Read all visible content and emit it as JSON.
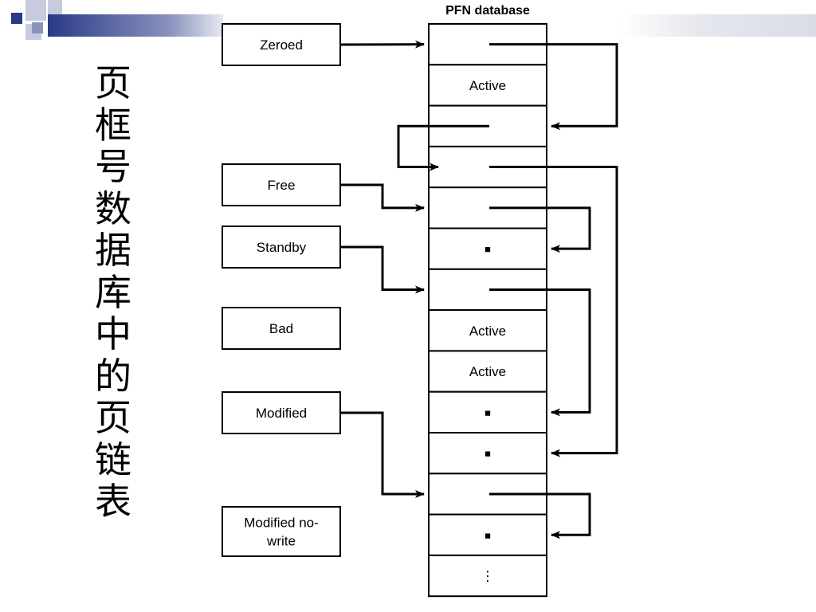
{
  "slide": {
    "vertical_title": "页框号数据库中的页链表"
  },
  "diagram": {
    "pfn_database_label": "PFN database",
    "list_heads": [
      {
        "id": "zeroed",
        "label_lines": [
          "Zeroed"
        ]
      },
      {
        "id": "free",
        "label_lines": [
          "Free"
        ]
      },
      {
        "id": "standby",
        "label_lines": [
          "Standby"
        ]
      },
      {
        "id": "bad",
        "label_lines": [
          "Bad"
        ]
      },
      {
        "id": "modified",
        "label_lines": [
          "Modified"
        ]
      },
      {
        "id": "modified-no-write",
        "label_lines": [
          "Modified no-",
          "write"
        ]
      }
    ],
    "pfn_entries": [
      {
        "index": 0,
        "text": ""
      },
      {
        "index": 1,
        "text": "Active"
      },
      {
        "index": 2,
        "text": ""
      },
      {
        "index": 3,
        "text": ""
      },
      {
        "index": 4,
        "text": ""
      },
      {
        "index": 5,
        "text": "■"
      },
      {
        "index": 6,
        "text": ""
      },
      {
        "index": 7,
        "text": "Active"
      },
      {
        "index": 8,
        "text": "Active"
      },
      {
        "index": 9,
        "text": "■"
      },
      {
        "index": 10,
        "text": "■"
      },
      {
        "index": 11,
        "text": ""
      },
      {
        "index": 12,
        "text": "■"
      },
      {
        "index": 13,
        "text": "⋮"
      }
    ],
    "head_links": [
      {
        "from": "zeroed",
        "to_entry": 0
      },
      {
        "from": "free",
        "to_entry": 4
      },
      {
        "from": "standby",
        "to_entry": 6
      },
      {
        "from": "modified",
        "to_entry": 11
      }
    ],
    "entry_links": [
      {
        "from_entry": 0,
        "to_entry": 2,
        "side": "right"
      },
      {
        "from_entry": 2,
        "to_entry": 3,
        "side": "left"
      },
      {
        "from_entry": 3,
        "to_entry": 10,
        "side": "right"
      },
      {
        "from_entry": 4,
        "to_entry": 5,
        "side": "right"
      },
      {
        "from_entry": 6,
        "to_entry": 9,
        "side": "right"
      },
      {
        "from_entry": 11,
        "to_entry": 12,
        "side": "right"
      }
    ]
  }
}
